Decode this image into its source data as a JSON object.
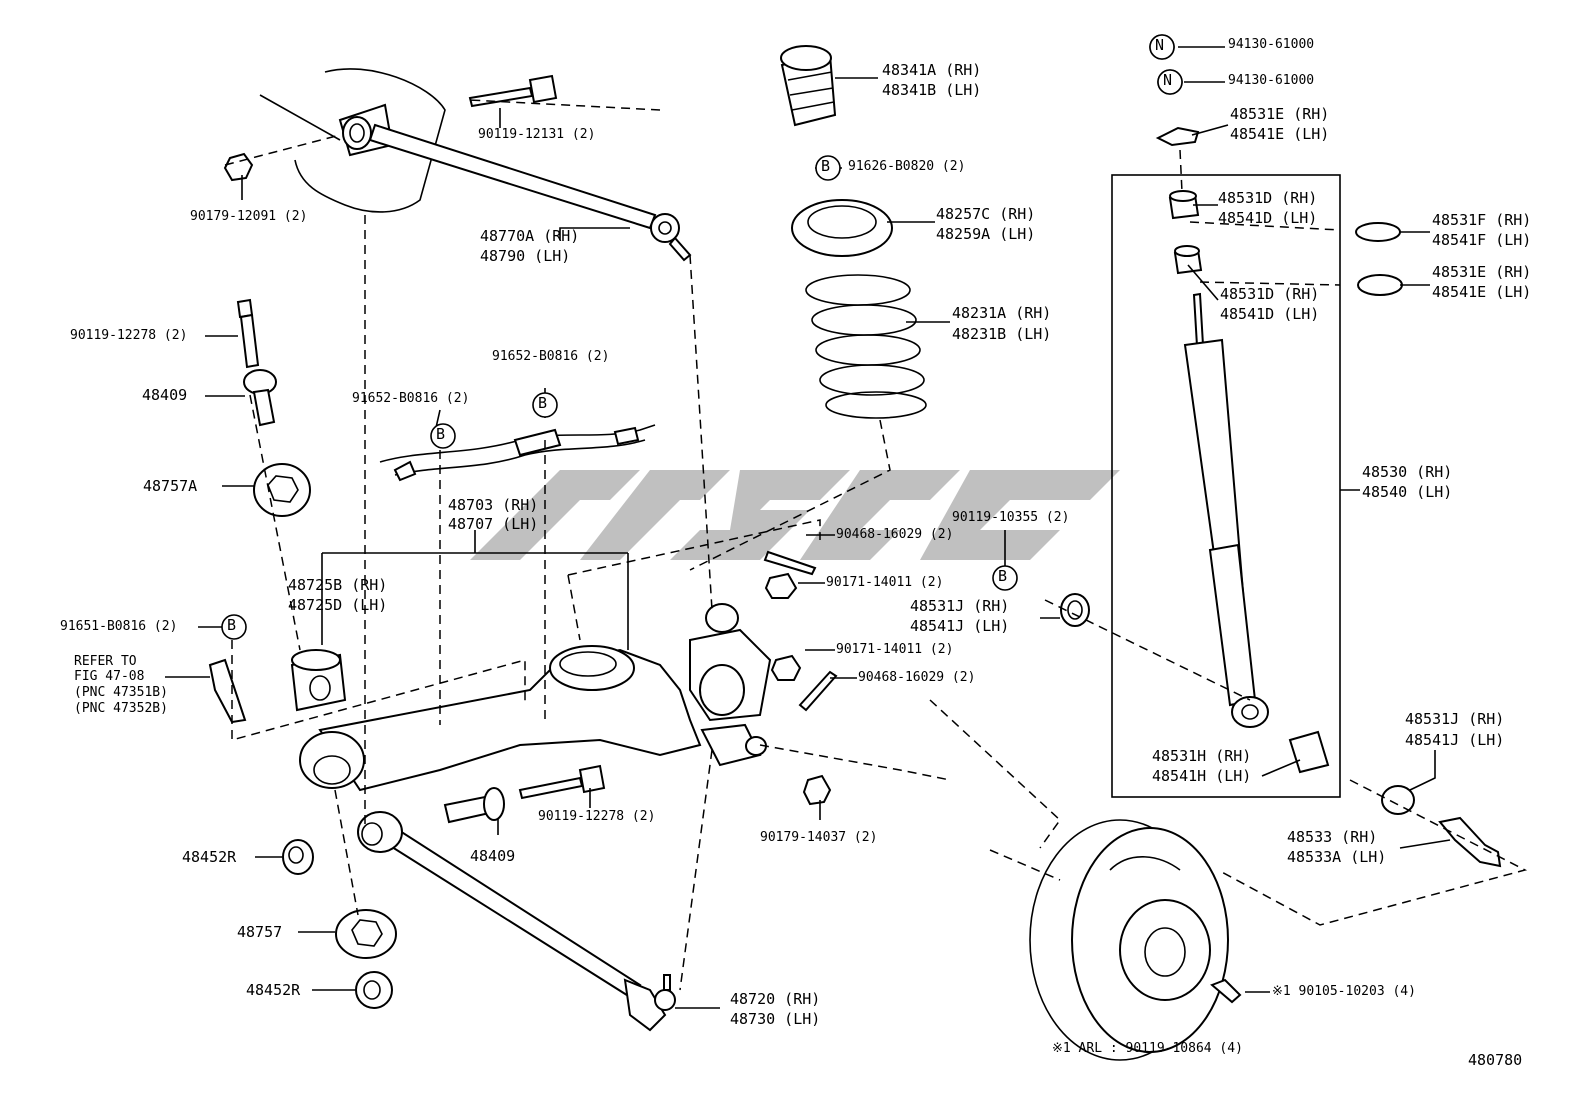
{
  "labels": {
    "p90119_12131": "90119-12131 (2)",
    "p90179_12091": "90179-12091 (2)",
    "p48770a": "48770A (RH)",
    "p48790": "48790   (LH)",
    "p48341a": "48341A (RH)",
    "p48341b": "48341B (LH)",
    "p91626": "91626-B0820 (2)",
    "p48257c": "48257C (RH)",
    "p48259a": "48259A (LH)",
    "p48231a": "48231A (RH)",
    "p48231b": "48231B (LH)",
    "p94130_a": "94130-61000",
    "p94130_b": "94130-61000",
    "p48531e_top": "48531E (RH)",
    "p48541e_top": "48541E (LH)",
    "p48531d_a": "48531D (RH)",
    "p48541d_a": "48541D (LH)",
    "p48531f": "48531F (RH)",
    "p48541f": "48541F (LH)",
    "p48531d_b": "48531D (RH)",
    "p48541d_b": "48541D (LH)",
    "p48531e_b": "48531E (RH)",
    "p48541e_b": "48541E (LH)",
    "p90119_12278_top": "90119-12278 (2)",
    "p48409_top": "48409",
    "p91652_a": "91652-B0816 (2)",
    "p91652_b": "91652-B0816 (2)",
    "p48757a": "48757A",
    "p48703": "48703 (RH)",
    "p48707": "48707 (LH)",
    "p48725b": "48725B (RH)",
    "p48725d": "48725D (LH)",
    "p91651": "91651-B0816 (2)",
    "refer1": "REFER TO",
    "refer2": "FIG 47-08",
    "refer3": "(PNC 47351B)",
    "refer4": "(PNC 47352B)",
    "p90468_a": "90468-16029 (2)",
    "p90171_a": "90171-14011 (2)",
    "p90119_10355": "90119-10355 (2)",
    "p48531j_mid": "48531J (RH)",
    "p48541j_mid": "48541J (LH)",
    "p90171_b": "90171-14011 (2)",
    "p90468_b": "90468-16029 (2)",
    "p48530": "48530 (RH)",
    "p48540": "48540 (LH)",
    "p48531h": "48531H (RH)",
    "p48541h": "48541H (LH)",
    "p48531j_r": "48531J (RH)",
    "p48541j_r": "48541J (LH)",
    "p48533": "48533   (RH)",
    "p48533a": "48533A (LH)",
    "p90119_12278_mid": "90119-12278 (2)",
    "p48409_mid": "48409",
    "p90179_14037": "90179-14037 (2)",
    "p48452r_a": "48452R",
    "p48757": "48757",
    "p48452r_b": "48452R",
    "p48720": "48720 (RH)",
    "p48730": "48730 (LH)",
    "p90105": "※1 90105-10203 (4)",
    "arl_note": "※1 ARL : 90119-10864 (4)",
    "fig_no": "480780"
  },
  "markers": {
    "n": "N",
    "b": "B"
  }
}
